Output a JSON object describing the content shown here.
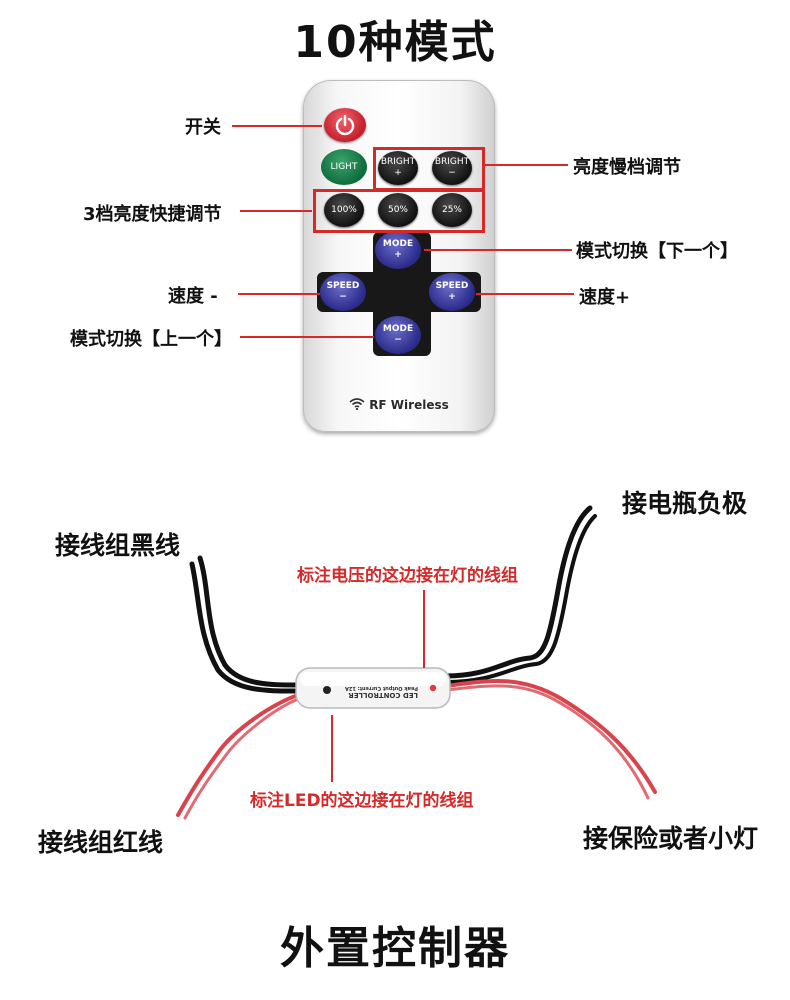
{
  "top_title": "10种模式",
  "bottom_title": "外置控制器",
  "remote": {
    "power_label": "开关",
    "brightness_fine_label": "亮度慢档调节",
    "brightness_quick_label": "3档亮度快捷调节",
    "mode_next_label": "模式切换【下一个】",
    "speed_minus_label": "速度 -",
    "speed_plus_label": "速度+",
    "mode_prev_label": "模式切换【上一个】",
    "buttons": {
      "light": "LIGHT",
      "bright_plus": "BRIGHT",
      "bright_plus_sign": "+",
      "bright_minus": "BRIGHT",
      "bright_minus_sign": "−",
      "pct100": "100%",
      "pct50": "50%",
      "pct25": "25%",
      "mode_up": "MODE",
      "mode_up_sign": "+",
      "speed_left": "SPEED",
      "speed_left_sign": "−",
      "speed_right": "SPEED",
      "speed_right_sign": "+",
      "mode_down": "MODE",
      "mode_down_sign": "−"
    },
    "brand": "RF Wireless"
  },
  "controller": {
    "black_wire_label": "接线组黑线",
    "battery_neg_label": "接电瓶负极",
    "voltage_side_note": "标注电压的这边接在灯的线组",
    "led_side_note": "标注LED的这边接在灯的线组",
    "red_wire_label": "接线组红线",
    "fuse_label": "接保险或者小灯",
    "module_text": "LED CONTROLLER",
    "module_subtext": "Peak Output Current: 12A"
  },
  "colors": {
    "annotation_red": "#d42a2a",
    "wire_red": "#d9434c",
    "wire_black": "#111111"
  }
}
